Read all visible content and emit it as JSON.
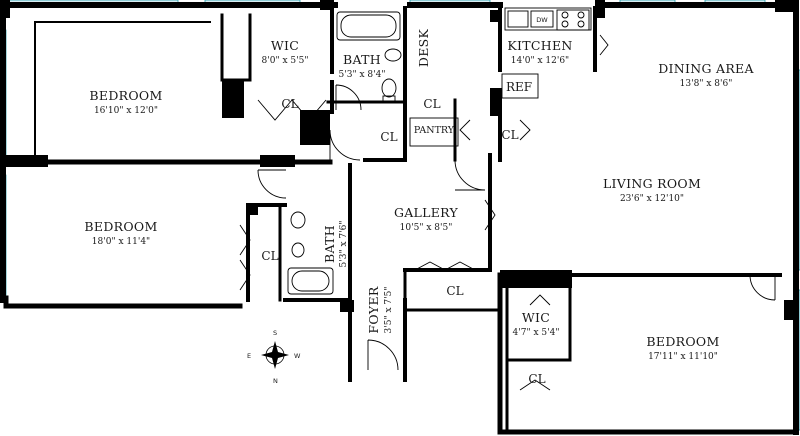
{
  "rooms": {
    "bedroom_nw": {
      "name": "Bedroom",
      "size": "16'10\" x 12'0\""
    },
    "wic_n": {
      "name": "WIC",
      "size": "8'0\" x 5'5\""
    },
    "bath_n": {
      "name": "Bath",
      "size": "5'3\" x 8'4\""
    },
    "desk": {
      "name": "Desk"
    },
    "kitchen": {
      "name": "Kitchen",
      "size": "14'0\" x 12'6\""
    },
    "dining": {
      "name": "Dining Area",
      "size": "13'8\" x 8'6\""
    },
    "bedroom_w": {
      "name": "Bedroom",
      "size": "18'0\" x 11'4\""
    },
    "bath_w": {
      "name": "Bath",
      "size": "5'3\" x 7'6\""
    },
    "gallery": {
      "name": "Gallery",
      "size": "10'5\" x 8'5\""
    },
    "living": {
      "name": "Living Room",
      "size": "23'6\" x 12'10\""
    },
    "foyer": {
      "name": "Foyer",
      "size": "3'5\" x 7'5\""
    },
    "wic_s": {
      "name": "WIC",
      "size": "4'7\" x 5'4\""
    },
    "bedroom_se": {
      "name": "Bedroom",
      "size": "17'11\" x 11'10\""
    }
  },
  "labels": {
    "closet": "CL",
    "pantry": "PANTRY",
    "ref": "REF",
    "dw": "DW"
  },
  "compass": {
    "n": "N",
    "s": "S",
    "e": "E",
    "w": "W"
  }
}
